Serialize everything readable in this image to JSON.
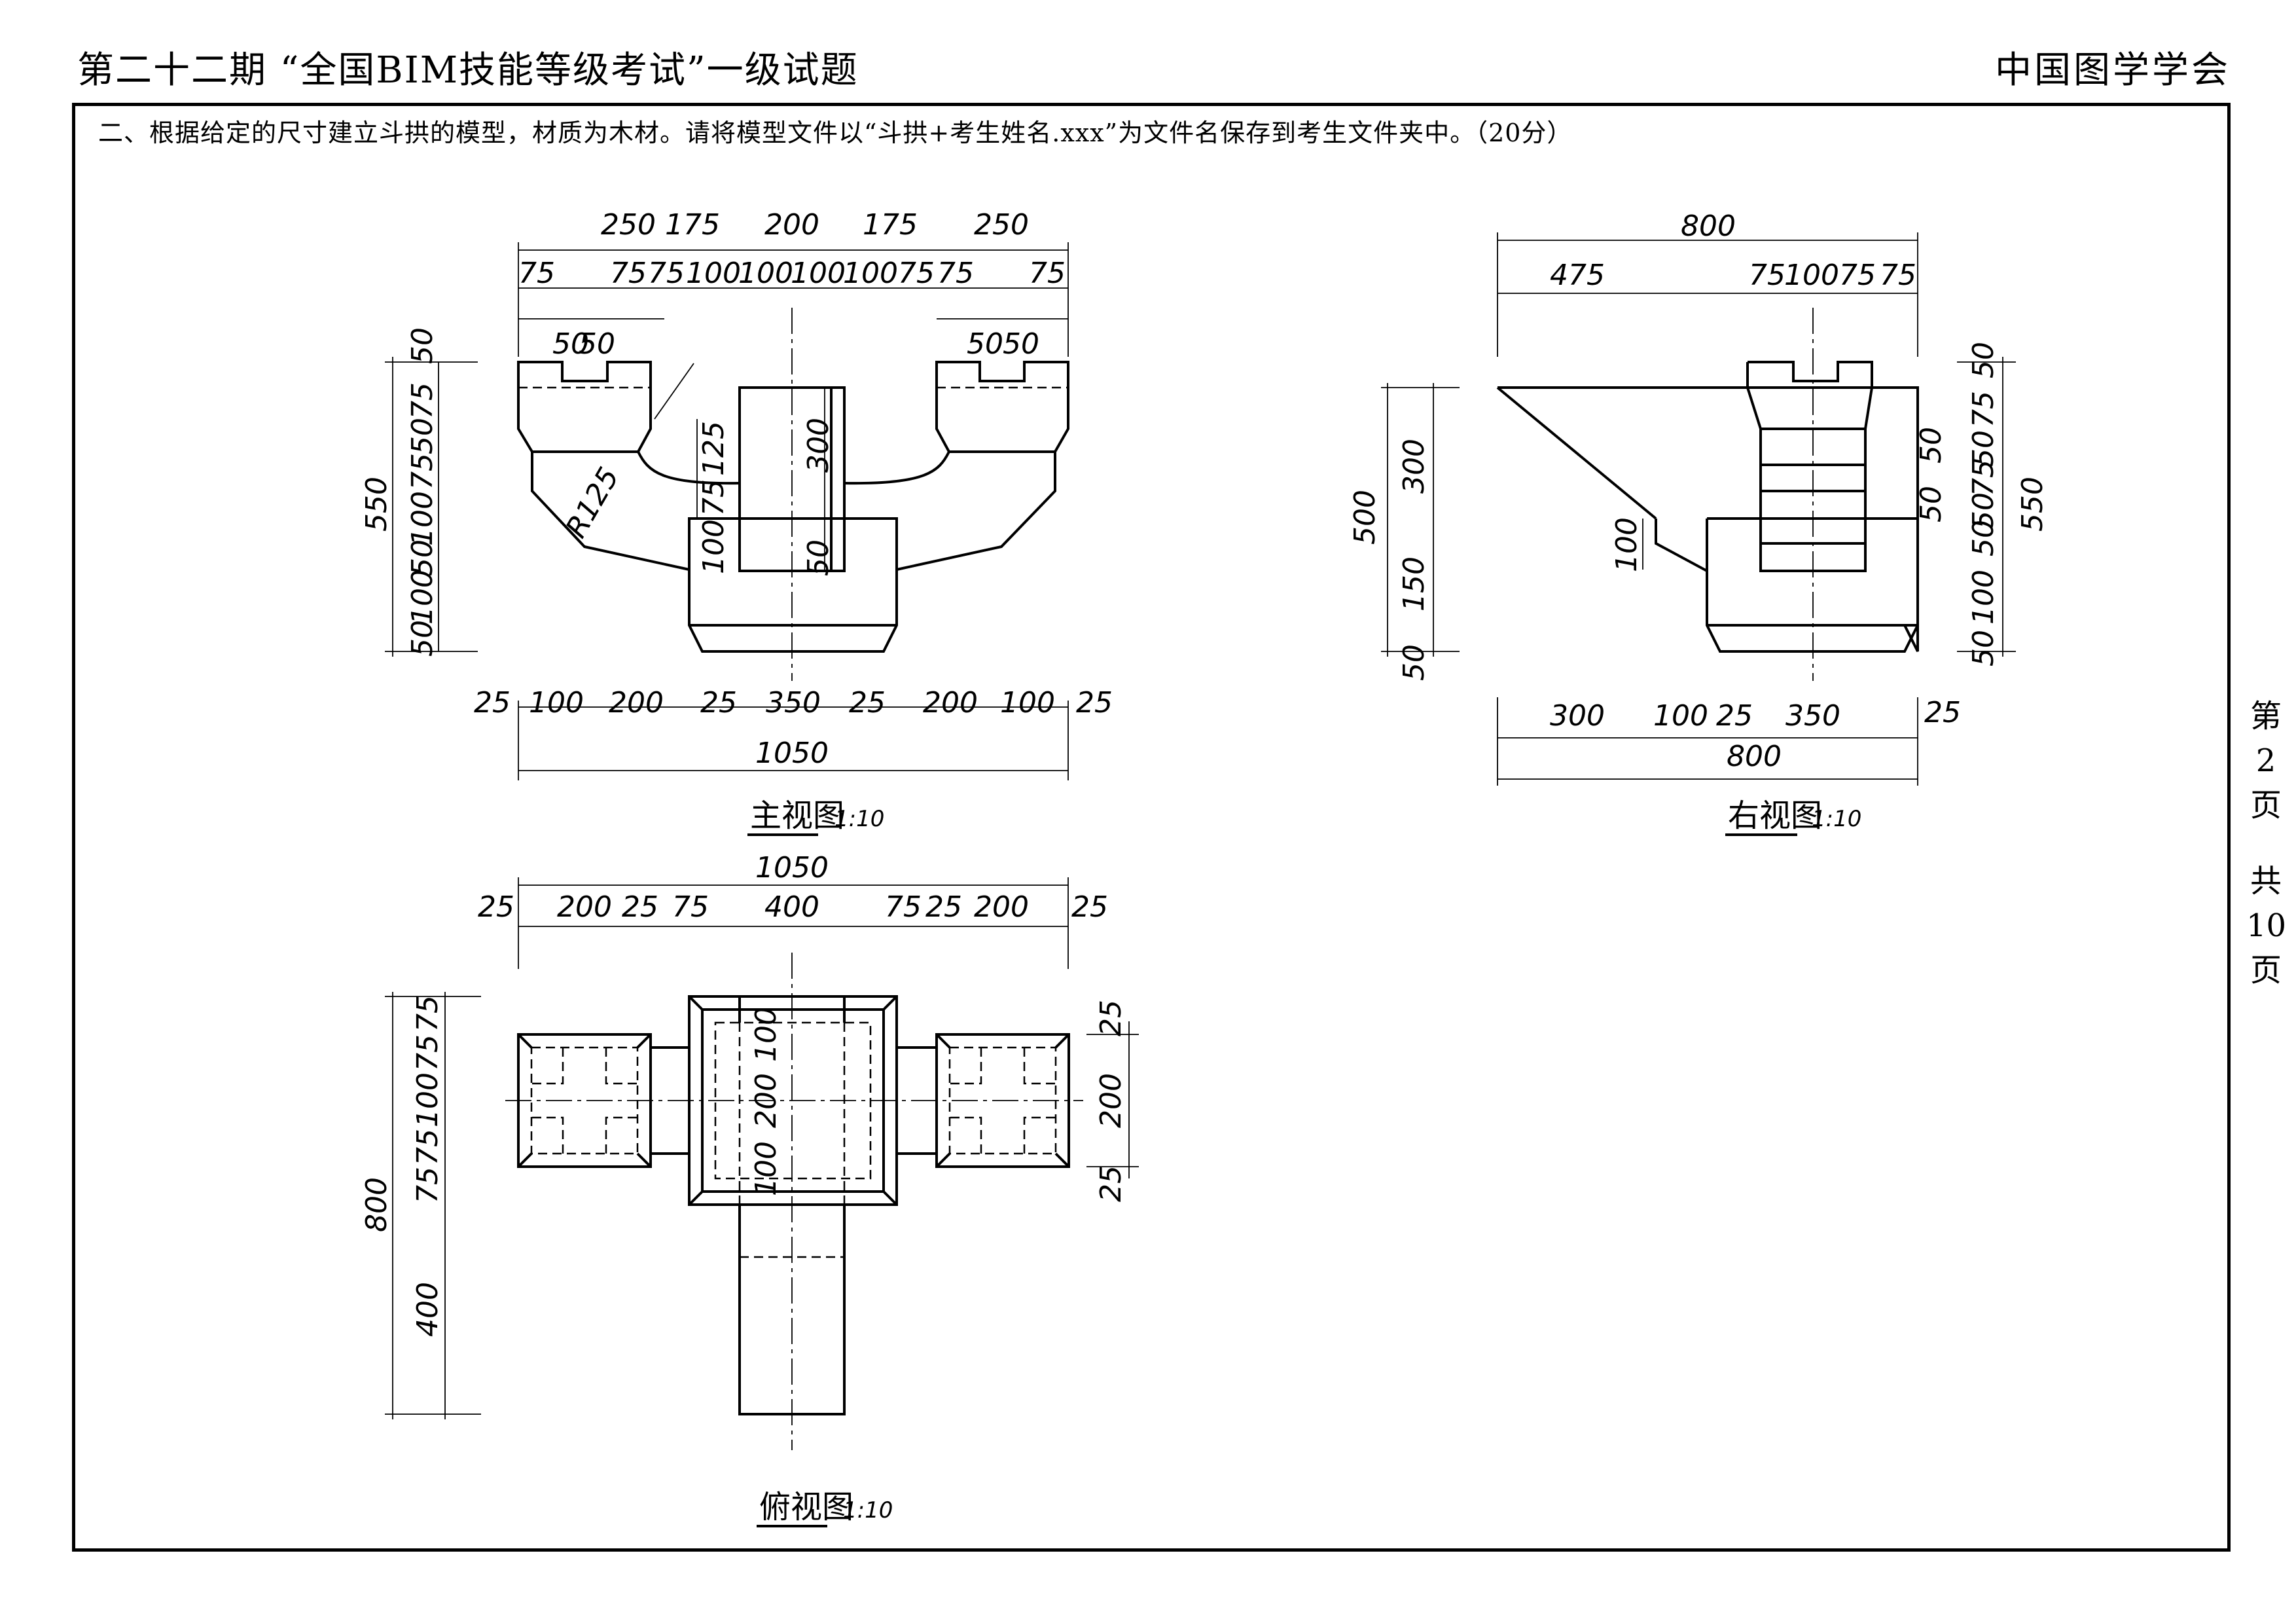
{
  "header": {
    "title": "第二十二期 “全国BIM技能等级考试”一级试题",
    "org": "中国图学学会"
  },
  "question": "二、根据给定的尺寸建立斗拱的模型，材质为木材。请将模型文件以“斗拱+考生姓名.xxx”为文件名保存到考生文件夹中。（20分）",
  "page": {
    "chars": [
      "第",
      "2",
      "页",
      "",
      "共",
      "10",
      "页"
    ]
  },
  "front_view": {
    "title": "主视图",
    "scale": "1:10",
    "top_row1": [
      "250",
      "175",
      "200",
      "175",
      "250"
    ],
    "top_row2": [
      "75",
      "75",
      "75",
      "100",
      "100",
      "100",
      "100",
      "75",
      "75",
      "75"
    ],
    "top_row3": [
      "50",
      "50",
      "50",
      "50"
    ],
    "left_total": "550",
    "left_dims": [
      "50",
      "75",
      "50",
      "75",
      "100",
      "50",
      "100",
      "50"
    ],
    "inner_dims": [
      "125",
      "75",
      "100"
    ],
    "radius_label": "R125",
    "center_dims": [
      "300",
      "50"
    ],
    "bottom_row1": [
      "25",
      "100",
      "200",
      "25",
      "350",
      "25",
      "200",
      "100",
      "25"
    ],
    "bottom_total": "1050"
  },
  "right_view": {
    "title": "右视图",
    "scale": "1:10",
    "top_total": "800",
    "top_row": [
      "475",
      "75",
      "100",
      "75",
      "75"
    ],
    "left_total": "500",
    "left_dims": [
      "300",
      "150",
      "50"
    ],
    "inner_dim": "100",
    "right_total": "550",
    "right_dims": [
      "50",
      "75",
      "50",
      "75",
      "50",
      "50",
      "100",
      "50"
    ],
    "inner_right": [
      "50",
      "50"
    ],
    "bottom_row": [
      "300",
      "100",
      "25",
      "350",
      "25"
    ],
    "bottom_total": "800"
  },
  "top_view": {
    "title": "俯视图",
    "scale": "1:10",
    "top_total": "1050",
    "top_row": [
      "25",
      "200",
      "25",
      "75",
      "400",
      "75",
      "25",
      "200",
      "25"
    ],
    "left_total": "800",
    "left_dims": [
      "75",
      "75",
      "100",
      "75",
      "75",
      "400"
    ],
    "center_dims": [
      "100",
      "200",
      "100"
    ],
    "right_dims": [
      "25",
      "200",
      "25"
    ]
  }
}
